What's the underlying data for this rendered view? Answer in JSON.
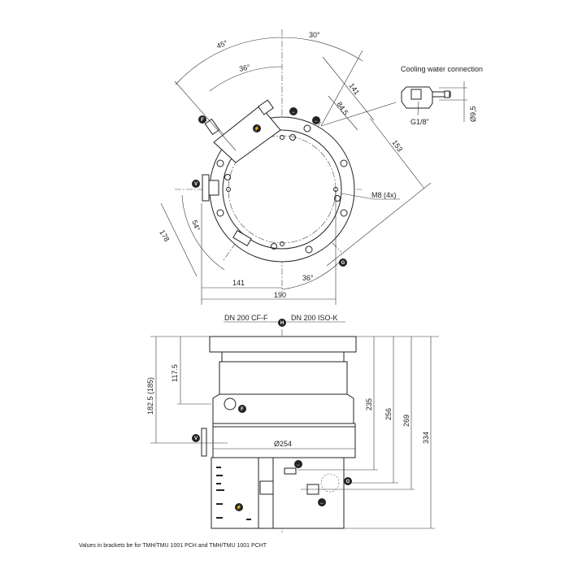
{
  "top_view": {
    "angles": {
      "a45": "45°",
      "a30": "30°",
      "a36_top": "36°",
      "a54": "54°",
      "a36_bottom": "36°"
    },
    "dims": {
      "d141_diag": "141",
      "d84_5": "84,5",
      "d153": "153",
      "d178": "178",
      "d141_horiz": "141",
      "d190": "190"
    },
    "bolt_label": "M8 (4x)"
  },
  "cooling": {
    "title": "Cooling water connection",
    "thread": "G1/8\"",
    "diameter": "Ø9,5"
  },
  "side_view": {
    "flange_left": "DN 200 CF-F",
    "flange_right": "DN 200 ISO-K",
    "dims": {
      "d182_5": "182.5 (185)",
      "d117_5": "117.5",
      "d235": "235",
      "d256": "256",
      "d269": "269",
      "d334": "334",
      "d254": "Ø254"
    }
  },
  "markers": {
    "F": "F",
    "V": "V",
    "H": "H",
    "G": "G",
    "power": "⚡",
    "cooling": "↔"
  },
  "footnote": "Values in brackets be for TMH/TMU 1001 PCH and TMH/TMU 1001 PCHT"
}
